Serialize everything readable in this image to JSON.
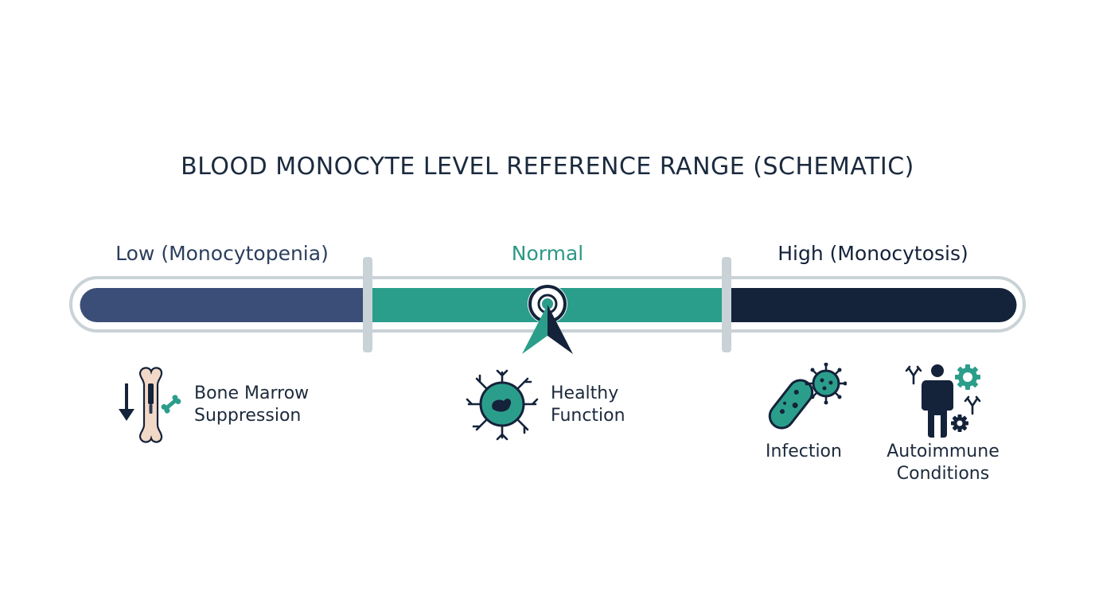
{
  "title": "BLOOD MONOCYTE LEVEL REFERENCE RANGE (SCHEMATIC)",
  "segments": {
    "low": {
      "label": "Low (Monocytopenia)",
      "color": "#3b4e78"
    },
    "normal": {
      "label": "Normal",
      "color": "#2b9e8b"
    },
    "high": {
      "label": "High (Monocytosis)",
      "color": "#14223a"
    }
  },
  "marker": {
    "position": "center-of-normal"
  },
  "causes": {
    "low": {
      "line1": "Bone Marrow",
      "line2": "Suppression",
      "icon": "bone-marrow-down-icon"
    },
    "normal": {
      "line1": "Healthy",
      "line2": "Function",
      "icon": "monocyte-cell-icon"
    },
    "infection": {
      "line1": "Infection",
      "icon": "pathogen-icon"
    },
    "autoimmune": {
      "line1": "Autoimmune",
      "line2": "Conditions",
      "icon": "person-antibody-gear-icon"
    }
  },
  "colors": {
    "teal": "#2b9e8b",
    "navy": "#14223a",
    "slate": "#3b4e78",
    "bone": "#f2d8c6",
    "outline": "#c9d2d6"
  }
}
